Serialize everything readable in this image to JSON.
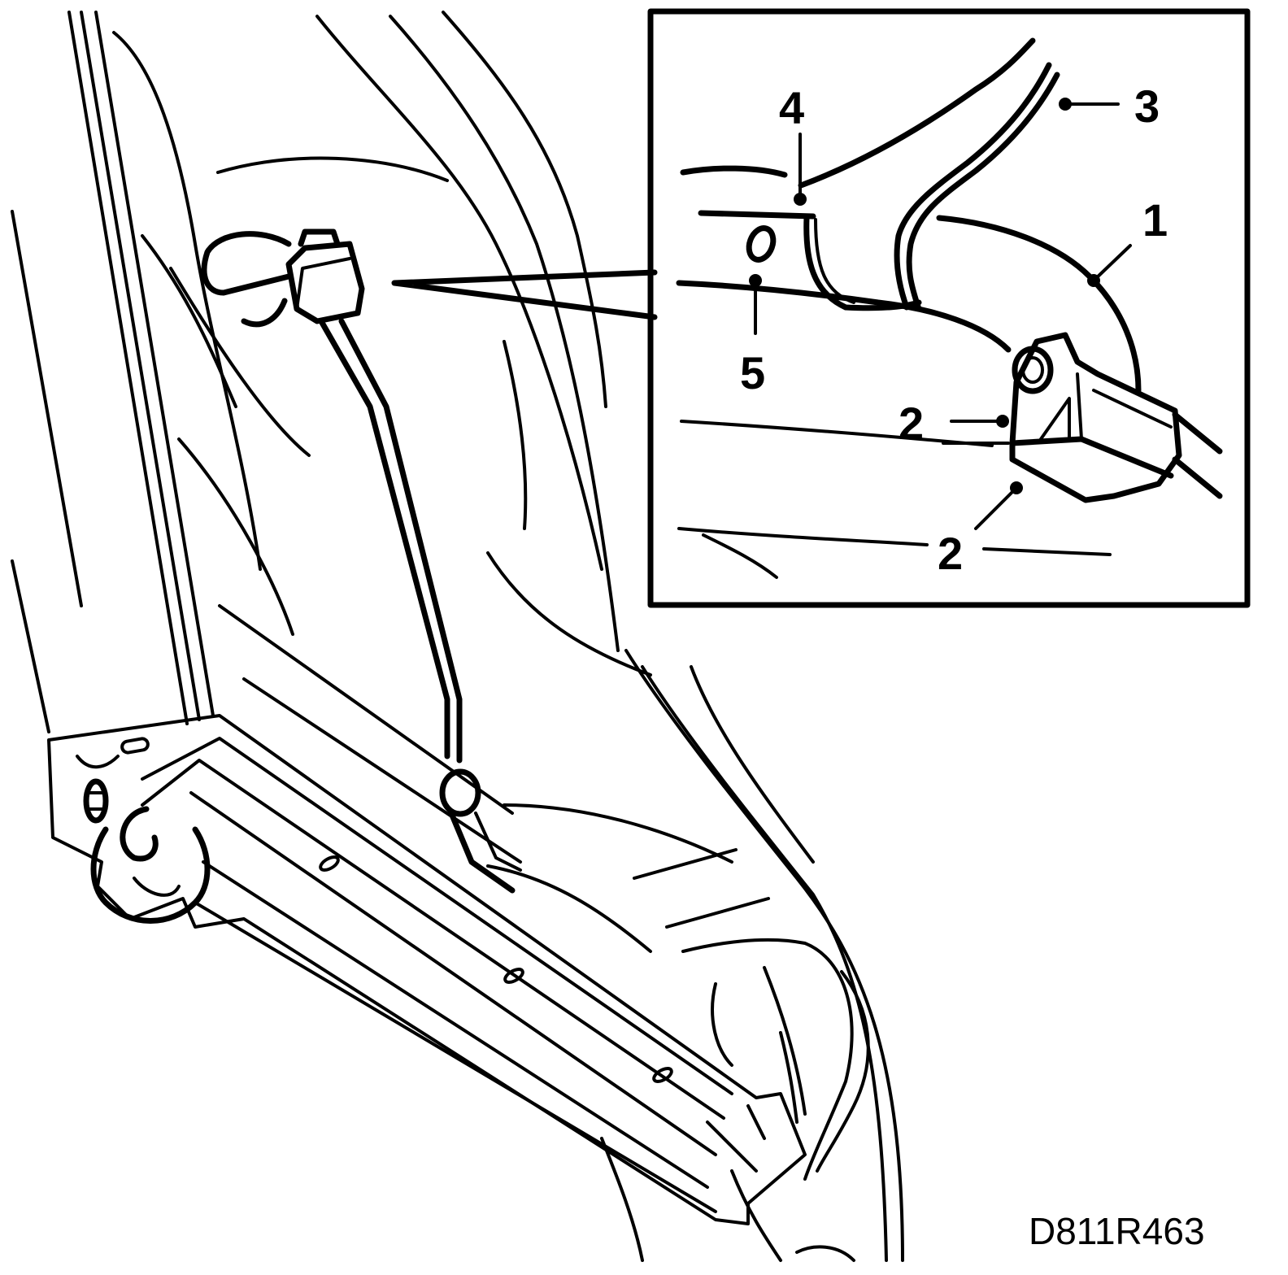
{
  "callouts": {
    "c1": "1",
    "c2a": "2",
    "c2b": "2",
    "c3": "3",
    "c4": "4",
    "c5": "5"
  },
  "reference_code": "D811R463"
}
